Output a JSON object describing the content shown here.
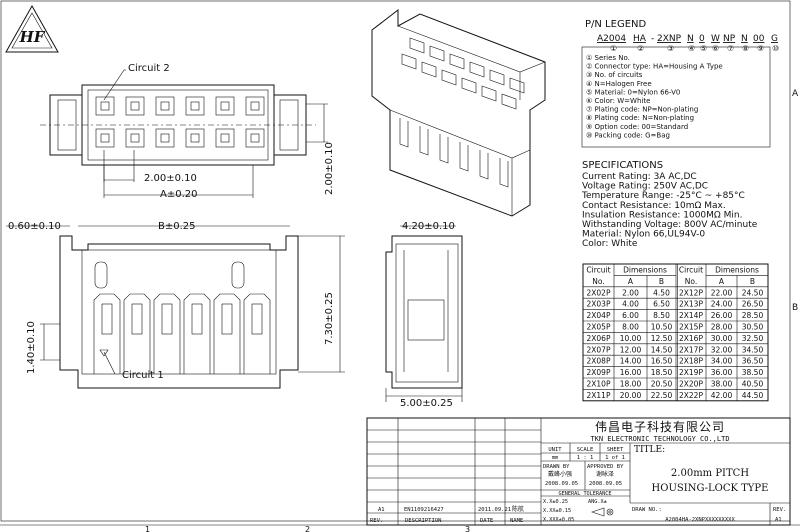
{
  "logo": {
    "text": "HF"
  },
  "top_view": {
    "callout": "Circuit 2",
    "dim_pitch": "2.00±0.10",
    "dim_a": "A±0.20",
    "dim_height": "2.00±0.10"
  },
  "front_view": {
    "dim_left": "0.60±0.10",
    "dim_b": "B±0.25",
    "dim_height": "7.30±0.25",
    "dim_lower": "1.40±0.10",
    "callout": "Circuit 1"
  },
  "side_view": {
    "dim_top": "4.20±0.10",
    "dim_bottom": "5.00±0.25"
  },
  "pn_legend": {
    "title": "P/N LEGEND",
    "code": [
      "A2004",
      "HA",
      "2XNP",
      "N",
      "0",
      "W",
      "NP",
      "N",
      "00",
      "G"
    ],
    "numbers": [
      "①",
      "②",
      "③",
      "④",
      "⑤",
      "⑥",
      "⑦",
      "⑧",
      "⑨",
      "⑩"
    ],
    "items": [
      "① Series No.",
      "② Connector type: HA=Housing A Type",
      "③ No. of circuits",
      "④ N=Halogen Free",
      "⑤ Material: 0=Nylon 66-V0",
      "⑥ Color: W=White",
      "⑦ Plating code: NP=Non-plating",
      "⑧ Plating code: N=Non-plating",
      "⑨ Option code: 00=Standard",
      "⑩ Packing code: G=Bag"
    ]
  },
  "specifications": {
    "title": "SPECIFICATIONS",
    "lines": [
      "Current Rating: 3A AC,DC",
      "Voltage Rating: 250V AC,DC",
      "Temperature Range: -25°C ~ +85°C",
      "Contact Resistance: 10mΩ Max.",
      "Insulation Resistance: 1000MΩ Min.",
      "Withstanding Voltage: 800V AC/minute",
      "Material: Nylon 66,UL94V-0",
      "Color: White"
    ]
  },
  "dim_table": {
    "header1": [
      "Circuit",
      "Dimensions",
      "Circuit",
      "Dimensions"
    ],
    "header2": [
      "No.",
      "A",
      "B",
      "No.",
      "A",
      "B"
    ],
    "rows": [
      [
        "2X02P",
        "2.00",
        "4.50",
        "2X12P",
        "22.00",
        "24.50"
      ],
      [
        "2X03P",
        "4.00",
        "6.50",
        "2X13P",
        "24.00",
        "26.50"
      ],
      [
        "2X04P",
        "6.00",
        "8.50",
        "2X14P",
        "26.00",
        "28.50"
      ],
      [
        "2X05P",
        "8.00",
        "10.50",
        "2X15P",
        "28.00",
        "30.50"
      ],
      [
        "2X06P",
        "10.00",
        "12.50",
        "2X16P",
        "30.00",
        "32.50"
      ],
      [
        "2X07P",
        "12.00",
        "14.50",
        "2X17P",
        "32.00",
        "34.50"
      ],
      [
        "2X08P",
        "14.00",
        "16.50",
        "2X18P",
        "34.00",
        "36.50"
      ],
      [
        "2X09P",
        "16.00",
        "18.50",
        "2X19P",
        "36.00",
        "38.50"
      ],
      [
        "2X10P",
        "18.00",
        "20.50",
        "2X20P",
        "38.00",
        "40.50"
      ],
      [
        "2X11P",
        "20.00",
        "22.50",
        "2X22P",
        "42.00",
        "44.50"
      ]
    ]
  },
  "title_block": {
    "company_cn": "伟昌电子科技有限公司",
    "company_en": "TKN ELECTRONIC TECHNOLOGY CO.,LTD",
    "title_label": "TITLE:",
    "title_line1": "2.00mm PITCH",
    "title_line2": "HOUSING-LOCK TYPE",
    "unit": "UNIT",
    "scale": "SCALE",
    "sheet": "SHEET",
    "unit_val": "mm",
    "scale_val": "1 : 1",
    "sheet_val": "1 of 1",
    "drawn_by": "DRAWN BY",
    "approved_by": "APPROVED BY",
    "drawn_name": "戴峰小强",
    "approved_name": "谢咏泽",
    "drawn_date": "2008.09.05",
    "approved_date": "2008.09.05",
    "tolerance_title": "GENERAL TOLERANCE",
    "tol1": "X.X±0.25",
    "tol1b": "ANG.X±",
    "tol2": "X.XX±0.15",
    "tol3": "X.XXX±0.05",
    "drawno_label": "DRAW NO.:",
    "drawno": "A2004HA-2XNPXXXXXXXXX",
    "rev_label": "REV.",
    "rev_val": "A1",
    "rev_row": [
      "A1",
      "EN1109216427",
      "2011.09.21",
      "陈航"
    ],
    "footer": [
      "REV.",
      "DESCRIPTION",
      "DATE",
      "NAME"
    ]
  },
  "border_marks": [
    "A",
    "B",
    "1",
    "2",
    "3"
  ]
}
